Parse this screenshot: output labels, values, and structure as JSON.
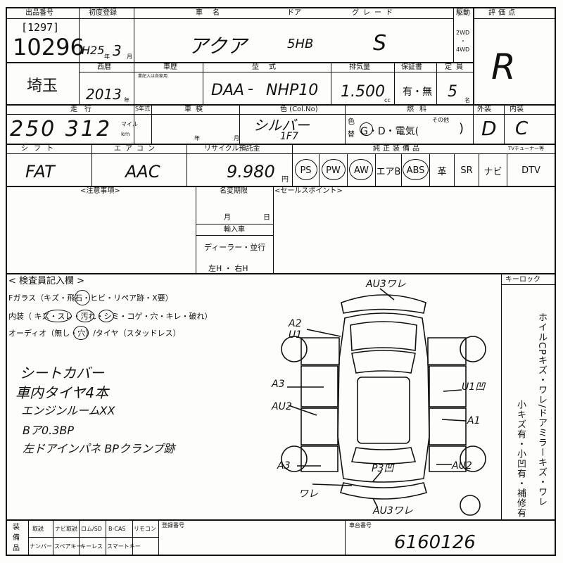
{
  "header": {
    "shuppin_label": "出品番号",
    "lot_bracket": "[1297]",
    "lot_number": "10296",
    "first_reg_label": "初度登録",
    "first_reg_value": "H25",
    "year_unit": "年",
    "first_reg_month": "3",
    "month_unit": "月",
    "car_name_label": "車名",
    "car_name": "アクア",
    "door_label": "ドア",
    "door_value": "5HB",
    "grade_label": "グレード",
    "grade_value": "S",
    "drive_label": "駆動",
    "drive_2wd": "2WD",
    "drive_dot": "・",
    "drive_4wd": "4WD",
    "score_label": "評価点",
    "score_value": "R"
  },
  "row2": {
    "region": "埼玉",
    "seireki_label": "西暦",
    "seireki_value": "2013",
    "year_unit": "年",
    "history_label": "車歴",
    "history_sub": "業記入は自家用",
    "model_label": "型式",
    "model_prefix": "DAA",
    "model_dash": "-",
    "model_code": "NHP10",
    "displacement_label": "排気量",
    "displacement_value": "1.500",
    "cc_unit": "cc",
    "warranty_label": "保証書",
    "warranty_value": "有・無",
    "capacity_label": "定員",
    "capacity_value": "5",
    "capacity_unit": "名"
  },
  "row3": {
    "mileage_label": "走行",
    "mileage_value": "250 312",
    "mile_unit": "マイル",
    "km_unit": "km",
    "s_label": "S年式",
    "inspection_label": "車検",
    "year_unit": "年",
    "month_unit": "月",
    "color_label": "色 (Col.No)",
    "color_value": "シルバー",
    "color_code": "1F7",
    "repaint_label_1": "色",
    "repaint_label_2": "替",
    "fuel_label": "燃料",
    "fuel_value": "G・D・電気(",
    "fuel_close": ")",
    "fuel_other": "その他",
    "exterior_label": "外装",
    "exterior_value": "D",
    "interior_label": "内装",
    "interior_value": "C"
  },
  "row4": {
    "shift_label": "シフト",
    "shift_value": "FAT",
    "aircon_label": "エアコン",
    "aircon_value": "AAC",
    "recycle_label": "リサイクル預託金",
    "recycle_value": "9.980",
    "yen_unit": "円",
    "equipment_label": "純正装備品",
    "tuner_label": "TVチューナー等",
    "equipment": [
      "PS",
      "PW",
      "AW",
      "エアB",
      "ABS",
      "革",
      "SR",
      "ナビ",
      "DTV"
    ]
  },
  "notes": {
    "caution_label": "<注意事項>",
    "name_change_label": "名変期限",
    "month_unit": "月",
    "day_unit": "日",
    "import_label": "輸入車",
    "dealer_label": "ディーラー・並行",
    "handle_label": "左H ・ 右H",
    "sales_point_label": "<セールスポイント>"
  },
  "inspector": {
    "title": "< 検査員記入欄 >",
    "glass_line": "Fガラス（キズ・飛石・ヒビ・リペア跡・X要）",
    "interior_line": "内装（ キズ・スレ・汚れ・シミ・コゲ・穴・キレ・破れ）",
    "audio_line": "オーディオ（無し・穴）/タイヤ（スタッドレス）",
    "hand_notes": [
      "シートカバー",
      "車内タイヤ4本",
      "エンジンルームXX",
      "Bア0.3BP",
      "左ドアインパネ BPクランプ跡"
    ],
    "keyless_label": "キーロック",
    "vertical_note_1": "ホイルCPキズ・ワレ/ドアミラーキズ・ワレ",
    "vertical_note_2": "小キズ有・小凹有・補修有"
  },
  "diagram": {
    "labels": [
      "AU3ワレ",
      "A2",
      "U1",
      "A3",
      "AU2",
      "U1凹",
      "A1",
      "A3",
      "P3凹",
      "AU2",
      "ワレ",
      "AU3ワレ"
    ]
  },
  "footer": {
    "label_1": "装",
    "label_2": "備",
    "label_3": "品",
    "items_row1": [
      "取説",
      "ナビ取説",
      "ロム/SD",
      "B-CAS",
      "リモコン"
    ],
    "items_row2": [
      "ナンバー",
      "スペアキー",
      "キーレス",
      "スマートキー"
    ],
    "reg_number_label": "登録番号",
    "chassis_label": "車台番号",
    "chassis_value": "6160126"
  }
}
